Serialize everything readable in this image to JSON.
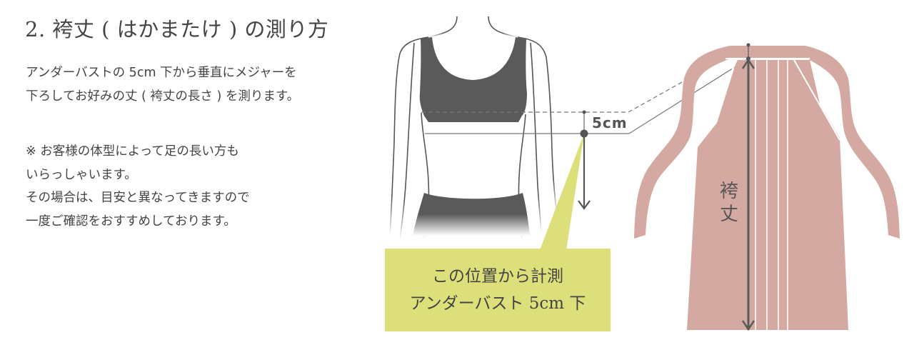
{
  "title": "2. 袴丈 ( はかまたけ ) の測り方",
  "description": {
    "lines": [
      "アンダーバストの 5cm 下から垂直にメジャーを",
      "下ろしてお好みの丈 ( 袴丈の長さ ) を測ります。"
    ]
  },
  "note": {
    "lines": [
      "※ お客様の体型によって足の長い方も",
      "いらっしゃいます。",
      "その場合は、目安と異なってきますので",
      "一度ご確認をおすすめしております。"
    ]
  },
  "figure": {
    "offset_label": "5cm",
    "hakama_label_chars": [
      "袴",
      "丈"
    ],
    "callout_lines": [
      "この位置から計測",
      "アンダーバスト 5cm 下"
    ]
  },
  "colors": {
    "text": "#444444",
    "callout_bg": "#dde07a",
    "hakama": "#d4a9a2",
    "garment": "#5a5a5a",
    "line": "#555555"
  }
}
